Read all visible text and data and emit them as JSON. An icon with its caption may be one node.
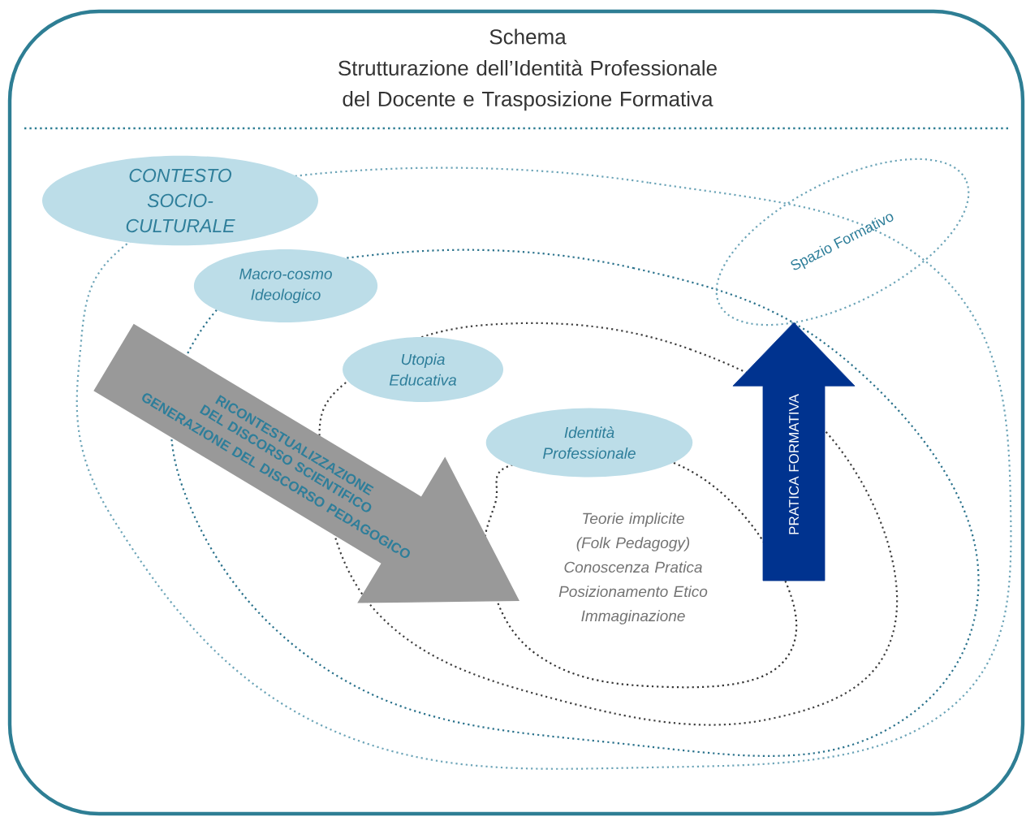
{
  "diagram": {
    "title": "Schema",
    "nodes": [
      {
        "text": [
          "CONTESTO SOCIO-CULTURALE"
        ]
      },
      {
        "text": [
          "Macro-cosmo Ideologico"
        ]
      },
      {
        "text": [
          "Utopia Educativa"
        ]
      },
      {
        "text": [
          "Identità Professionale"
        ]
      },
      {
        "text": [
          "Spazio Formativo"
        ]
      },
      {
        "text": [
          "RICONTESTUALIZZAZIONE DEL DISCORSO SCIENTIFICO",
          "GENERAZIONE DEL DISCORSO PEDAGOGICO"
        ]
      }
    ],
    "edges": [
      {
        "from": null,
        "to": 4,
        "arrow": "to",
        "label": "PRATICA FORMATIVA"
      }
    ],
    "labels": [
      "Strutturazione dell’Identità Professionale del Docente e Trasposizione Formativa",
      "Teorie implicite (Folk Pedagogy)",
      "Conoscenza Pratica",
      "Posizionamento Etico",
      "Immaginazione"
    ]
  }
}
